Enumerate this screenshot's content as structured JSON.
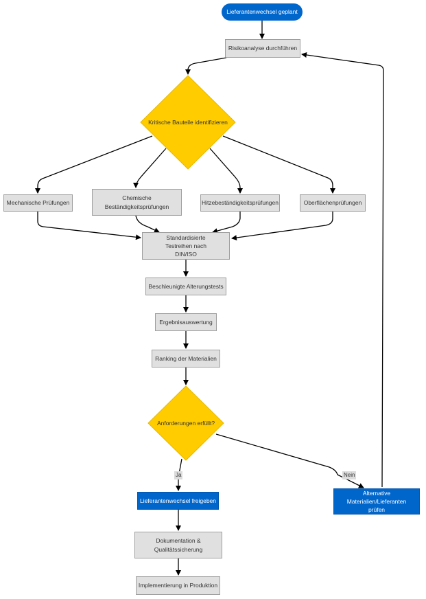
{
  "colors": {
    "box_fill": "#e0e0e0",
    "box_border": "#9e9e9e",
    "highlight": "#0066cc",
    "decision": "#ffcc00",
    "edge": "#000000"
  },
  "nodes": {
    "start": "Lieferantenwechsel geplant",
    "risk": "Risikoanalyse durchführen",
    "critical": "Kritische Bauteile identifizieren",
    "mech": "Mechanische Prüfungen",
    "chem": "Chemische Beständigkeitsprüfungen",
    "heat": "Hitzebeständigkeitsprüfungen",
    "surface": "Oberflächenprüfungen",
    "standard": "Standardisierte Testreihen nach DIN/ISO",
    "aging": "Beschleunigte Alterungstests",
    "eval": "Ergebnisauswertung",
    "ranking": "Ranking der Materialien",
    "requirements": "Anforderungen erfüllt?",
    "approve": "Lieferantenwechsel freigeben",
    "alternative": "Alternative Materialien/Lieferanten prüfen",
    "docs": "Dokumentation & Qualitätssicherung",
    "impl": "Implementierung in Produktion"
  },
  "edge_labels": {
    "yes": "Ja",
    "no": "Nein"
  }
}
